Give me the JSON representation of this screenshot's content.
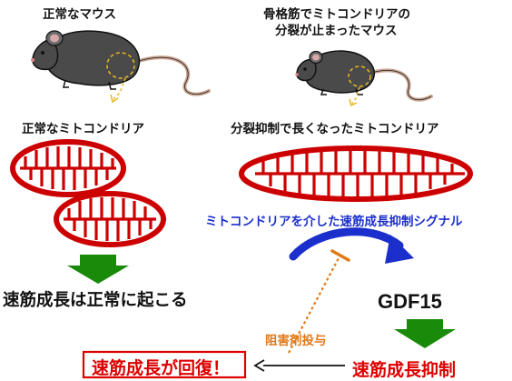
{
  "left": {
    "mouse_title": "正常なマウス",
    "mito_title": "正常なミトコンドリア",
    "result": "速筋成長は正常に起こる"
  },
  "right": {
    "mouse_title_line1": "骨格筋でミトコンドリアの",
    "mouse_title_line2": "分裂が止まったマウス",
    "mito_title": "分裂抑制で長くなったミトコンドリア",
    "signal": "ミトコンドリアを介した速筋成長抑制シグナル",
    "gdf": "GDF15",
    "inhibitor": "阻害剤投与",
    "suppression": "速筋成長抑制",
    "recovery": "速筋成長が回復！"
  },
  "colors": {
    "mito_red": "#cc0000",
    "arrow_green": "#1a8a0a",
    "signal_blue": "#1a2fcc",
    "inhibitor_orange": "#e07a18",
    "result_red": "#dd0000",
    "mouse_body": "#4a4a4a",
    "mouse_tail": "#c9a592",
    "muscle_circle": "#e8b820"
  }
}
